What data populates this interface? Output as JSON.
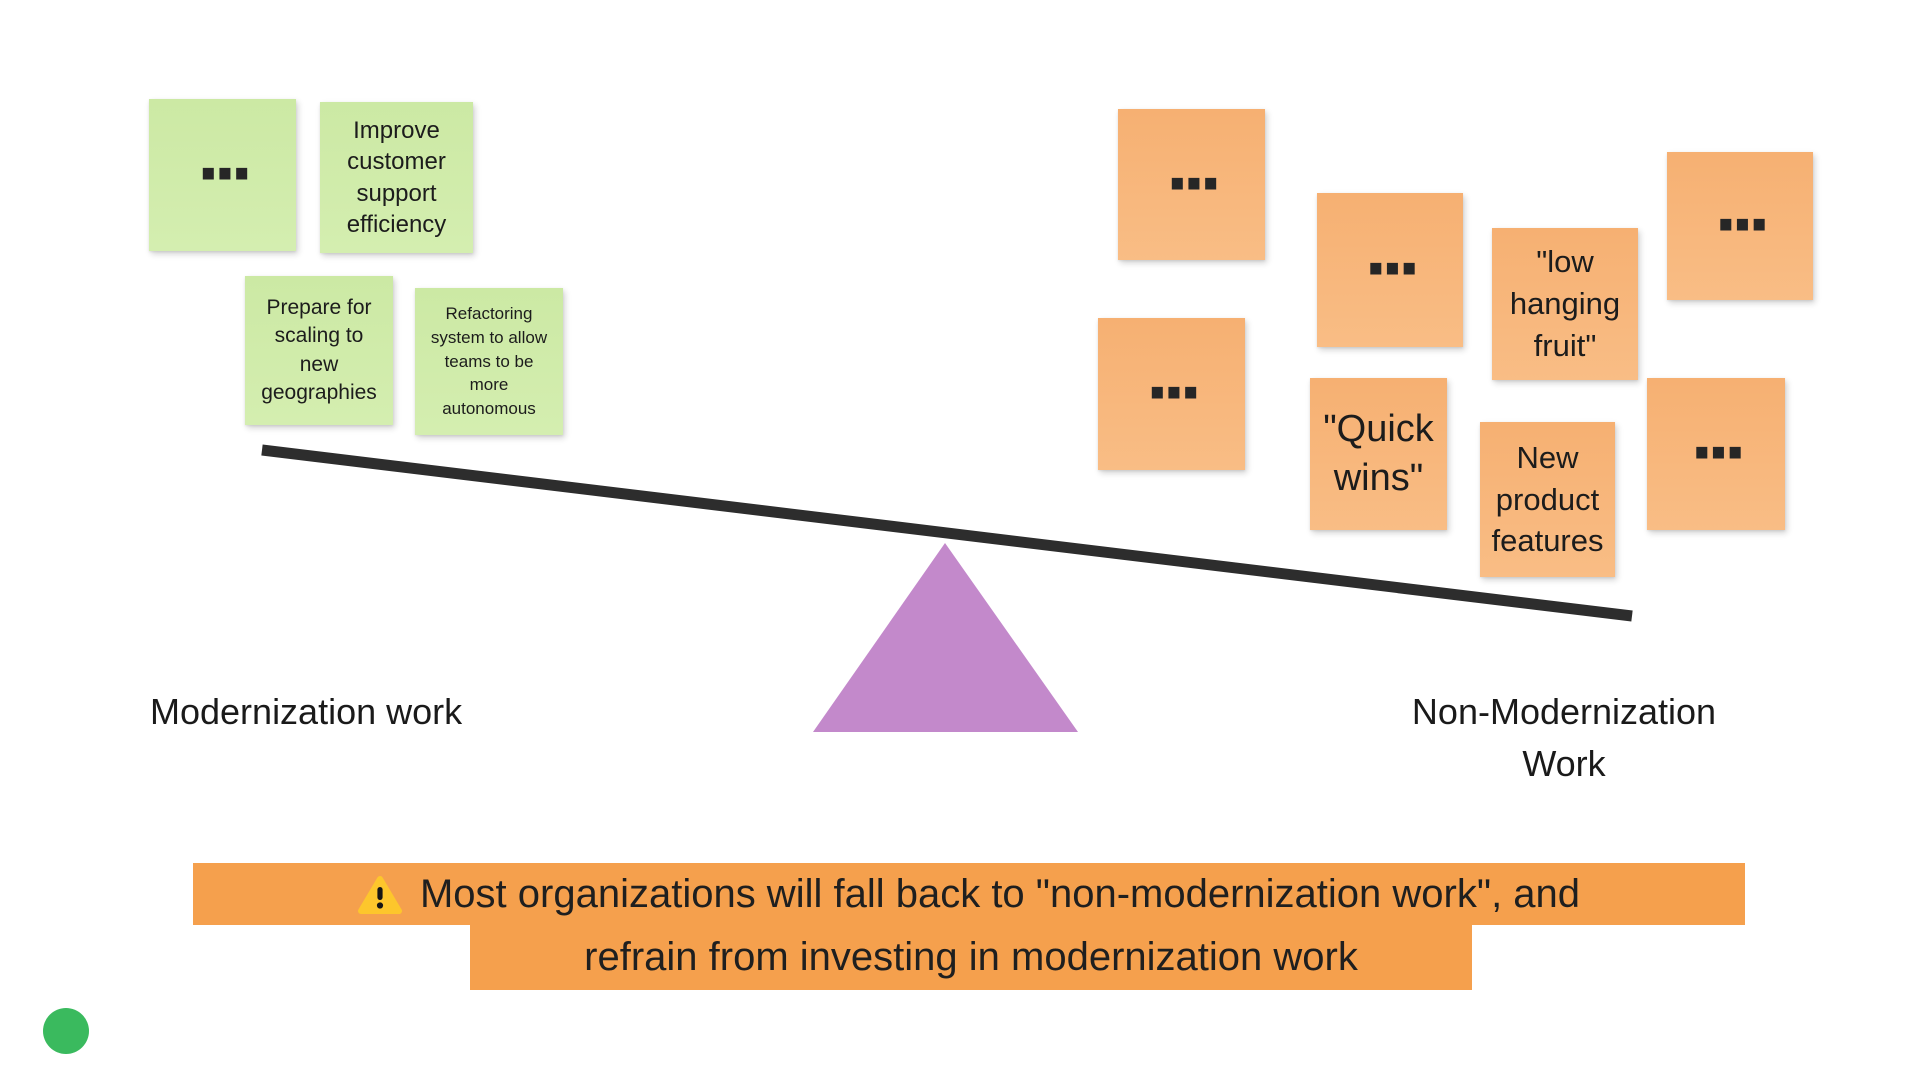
{
  "colors": {
    "canvas_bg": "#ffffff",
    "green_note": "#cce9a4",
    "green_note_light": "#d4eeb0",
    "orange_note": "#f6b072",
    "orange_note_light": "#f9bd85",
    "callout_highlight": "#f5a04d",
    "fulcrum_purple": "#c389cb",
    "beam_dark": "#2d2d2d",
    "note_text": "#1c1c1c",
    "label_text": "#1a1a1a",
    "presence_green": "#3aba5e",
    "warning_yellow": "#fdc62c"
  },
  "seesaw": {
    "left_label": "Modernization work",
    "right_label": "Non-Modernization Work"
  },
  "notes": {
    "left": [
      {
        "text": "..."
      },
      {
        "text": "Improve customer support efficiency"
      },
      {
        "text": "Prepare for scaling to new geographies"
      },
      {
        "text": "Refactoring system to allow teams to be more autonomous"
      }
    ],
    "right": [
      {
        "text": "..."
      },
      {
        "text": "..."
      },
      {
        "text": "\"low hanging fruit\""
      },
      {
        "text": "..."
      },
      {
        "text": "..."
      },
      {
        "text": "\"Quick wins\""
      },
      {
        "text": "New product features"
      },
      {
        "text": "..."
      }
    ]
  },
  "callout": {
    "icon": "warning-triangle",
    "line1": "Most organizations will fall back to \"non-modernization work\", and",
    "line2": "refrain from investing in modernization work"
  }
}
